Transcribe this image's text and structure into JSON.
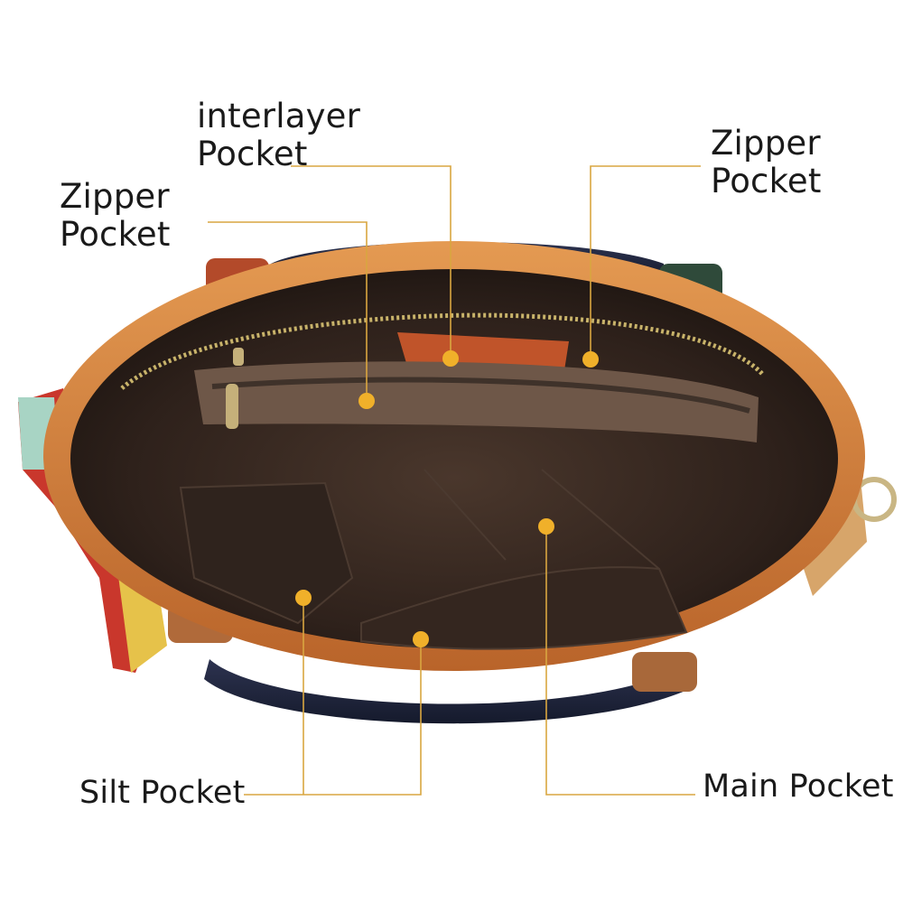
{
  "callouts": {
    "interlayer_pocket": {
      "line1": "interlayer",
      "line2": "Pocket"
    },
    "zipper_pocket_left": {
      "line1": "Zipper",
      "line2": "Pocket"
    },
    "zipper_pocket_right": {
      "line1": "Zipper",
      "line2": "Pocket"
    },
    "silt_pocket": {
      "text": "Silt Pocket"
    },
    "main_pocket": {
      "text": "Main Pocket"
    }
  },
  "colors": {
    "leader_line": "#d9a640",
    "marker_dot": "#f0b02a",
    "bag_trim": "#d77f34",
    "bag_lining": "#3a2a22"
  }
}
